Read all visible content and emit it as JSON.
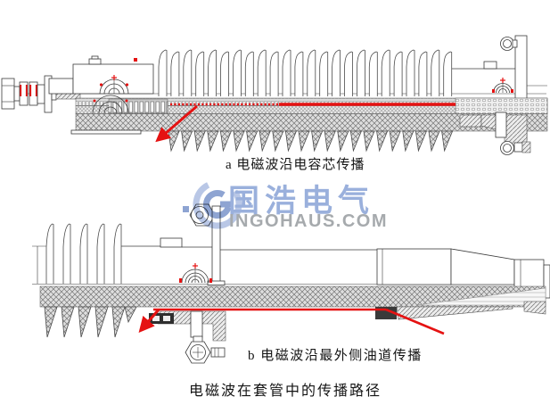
{
  "figure_a": {
    "label": "a 电磁波沿电容芯传播"
  },
  "figure_b": {
    "label": "b 电磁波沿最外侧油道传播"
  },
  "caption": "电磁波在套管中的传播路径",
  "watermark": {
    "brand_cn": "国浩电气",
    "brand_domain": "INGOHAUS.COM"
  },
  "colors": {
    "annotation_red": "#E51212",
    "line_dark": "#3B3B3B",
    "logo_blue_outer": "#AFC0E3",
    "logo_blue_inner": "#7E98CC",
    "brand_text_blue": "#8CA5D7",
    "domain_text_gray": "#9A9EA2"
  }
}
